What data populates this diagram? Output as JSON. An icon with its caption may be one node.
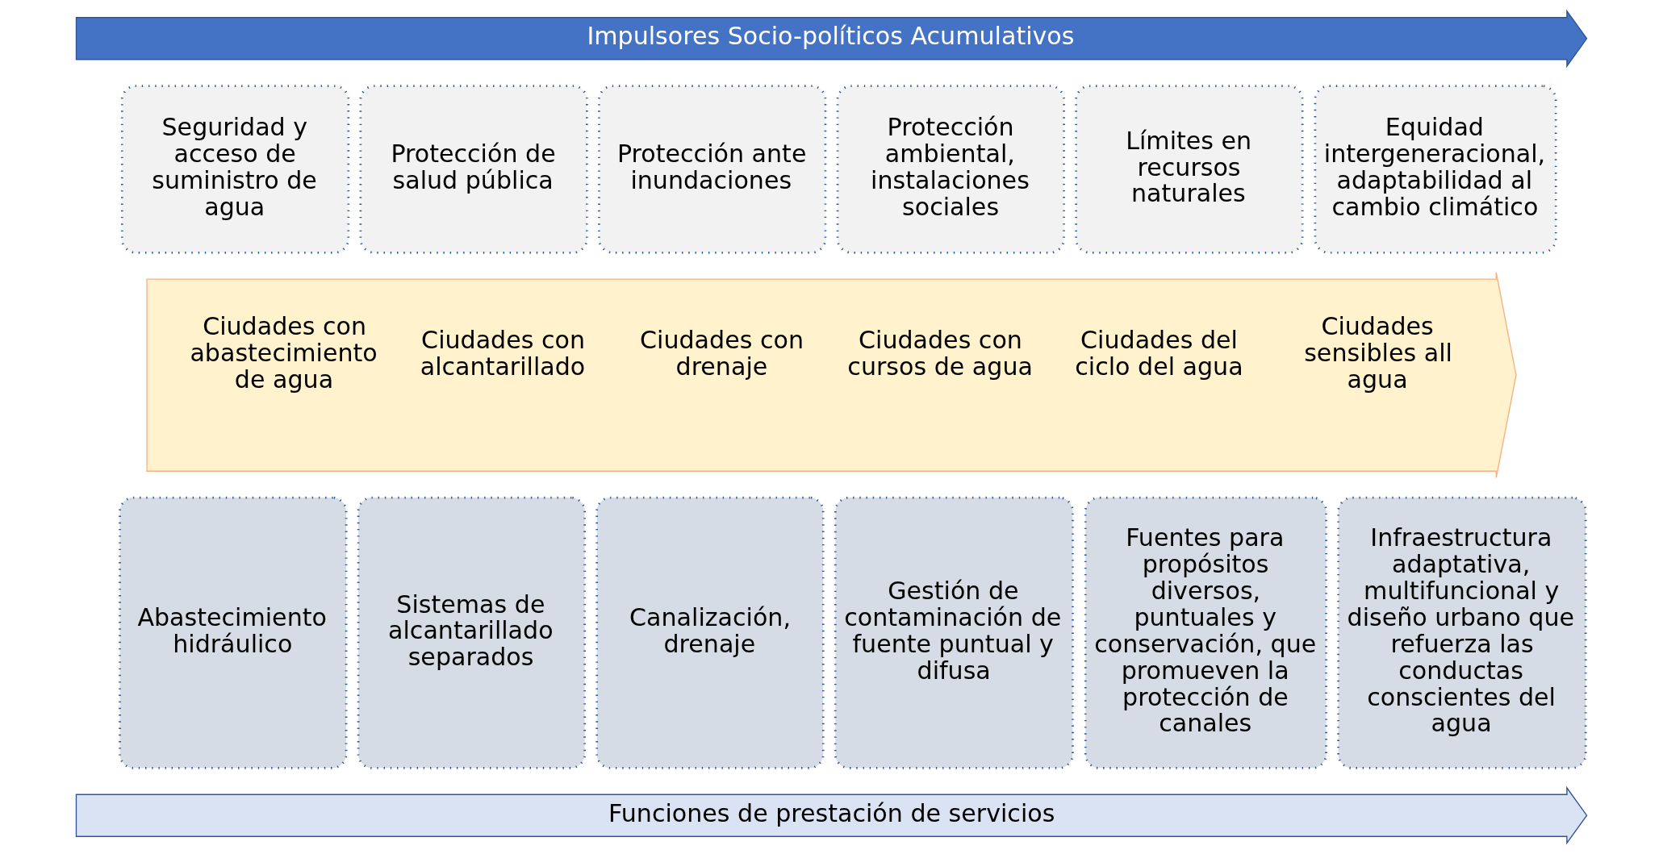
{
  "diagram": {
    "nodes": [
      {
        "text": [
          "Impulsores Socio-políticos Acumulativos"
        ]
      },
      {
        "text": [
          "Seguridad y acceso de suministro de agua"
        ]
      },
      {
        "text": [
          "Protección de salud pública"
        ]
      },
      {
        "text": [
          "Protección ante inundaciones"
        ]
      },
      {
        "text": [
          "Protección ambiental, instalaciones sociales"
        ]
      },
      {
        "text": [
          "Límites en recursos naturales"
        ]
      },
      {
        "text": [
          "Equidad intergeneracional, adaptabilidad al cambio climático"
        ]
      },
      {
        "text": [
          "Ciudades con abastecimiento de agua",
          "Ciudades con alcantarillado",
          "Ciudades con drenaje",
          "Ciudades con cursos de agua",
          "Ciudades del ciclo del agua",
          "Ciudades sensibles all agua"
        ]
      },
      {
        "text": [
          "Abastecimiento hidráulico"
        ]
      },
      {
        "text": [
          "Sistemas de alcantarillado separados"
        ]
      },
      {
        "text": [
          "Canalización, drenaje"
        ]
      },
      {
        "text": [
          "Gestión de contaminación de fuente puntual y difusa"
        ]
      },
      {
        "text": [
          "Fuentes para propósitos diversos, puntuales y conservación, que promueven la protección de canales"
        ]
      },
      {
        "text": [
          "Infraestructura adaptativa, multifuncional y diseño urbano que refuerza las conductas conscientes del agua"
        ]
      },
      {
        "text": [
          "Funciones de prestación de servicios"
        ]
      }
    ]
  }
}
